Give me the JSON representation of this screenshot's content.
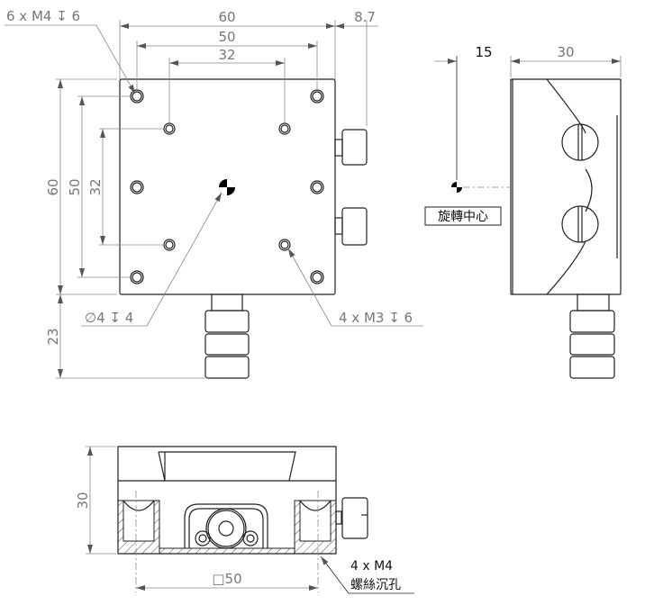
{
  "top_view": {
    "dim_width": "60",
    "dim_hole_spacing_outer": "50",
    "dim_hole_spacing_inner": "32",
    "dim_knob_protrusion": "8.7",
    "dim_height": "60",
    "dim_height_outer_holes": "50",
    "dim_height_inner_holes": "32",
    "dim_knob_length": "23",
    "callout_m4_holes": "6 x M4 ↧ 6",
    "callout_center_hole": "∅4 ↧ 4",
    "callout_m3_holes": "4 x M3 ↧ 6"
  },
  "side_view": {
    "dim_center_offset": "15",
    "dim_thickness": "30",
    "rotation_center_label": "旋轉中心"
  },
  "front_view": {
    "dim_height": "30",
    "dim_mount_square": "□50",
    "callout_line1": "4 x M4",
    "callout_line2": "螺絲沉孔"
  }
}
